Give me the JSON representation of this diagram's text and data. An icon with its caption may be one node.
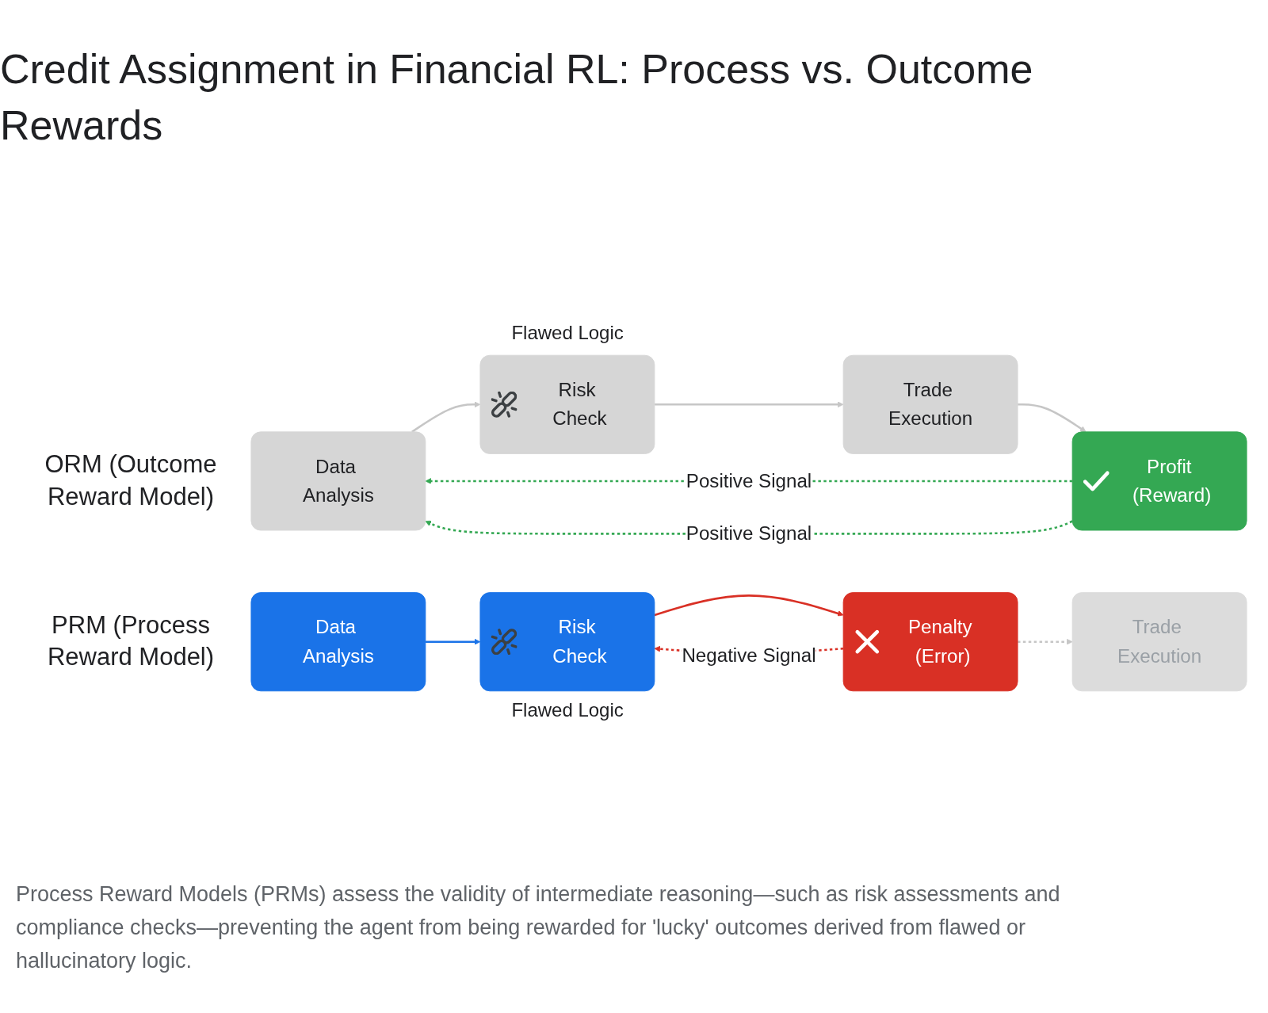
{
  "diagram": {
    "title": "Credit Assignment in Financial RL: Process vs. Outcome Rewards",
    "caption": "Process Reward Models (PRMs) assess the validity of intermediate reasoning—such as risk assessments and compliance checks—preventing the agent from being rewarded for 'lucky' outcomes derived from flawed or hallucinatory logic.",
    "nodes": [
      {
        "text": [
          "Data Analysis"
        ]
      },
      {
        "text": [
          "Risk Check"
        ],
        "beside": [
          "Flawed Logic"
        ]
      },
      {
        "text": [
          "Trade Execution"
        ]
      },
      {
        "text": [
          "Profit (Reward)"
        ]
      },
      {
        "text": [
          "Data Analysis"
        ]
      },
      {
        "text": [
          "Risk Check"
        ],
        "beside": [
          "Flawed Logic"
        ]
      },
      {
        "text": [
          "Penalty (Error)"
        ]
      },
      {
        "text": [
          "Trade Execution"
        ]
      }
    ],
    "edges": [
      {
        "from": 0,
        "to": 1,
        "arrow": "to"
      },
      {
        "from": 1,
        "to": 2,
        "arrow": "to"
      },
      {
        "from": 2,
        "to": 3,
        "arrow": "to"
      },
      {
        "from": 3,
        "to": 0,
        "arrow": "to",
        "label": "Positive Signal",
        "style": "dashed",
        "color": "#34a853"
      },
      {
        "from": 3,
        "to": 0,
        "arrow": "to",
        "label": "Positive Signal",
        "style": "dashed",
        "color": "#34a853"
      },
      {
        "from": 4,
        "to": 5,
        "arrow": "to",
        "color": "#1a73e8"
      },
      {
        "from": 5,
        "to": 6,
        "arrow": "to",
        "color": "#d93025"
      },
      {
        "from": 6,
        "to": 7,
        "arrow": "to",
        "style": "dashed"
      },
      {
        "from": 6,
        "to": 5,
        "arrow": "to",
        "label": "Negative Signal",
        "style": "dashed",
        "color": "#d93025"
      }
    ],
    "labels": [
      "ORM (Outcome Reward Model)",
      "PRM (Process Reward Model)"
    ]
  }
}
